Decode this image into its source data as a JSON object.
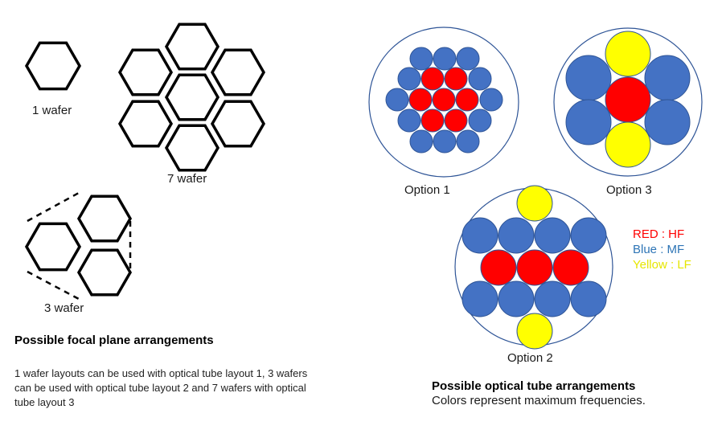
{
  "focal_plane": {
    "label_1": "1 wafer",
    "label_7": "7 wafer",
    "label_3": "3 wafer",
    "heading": "Possible focal plane arrangements",
    "description": "1 wafer layouts can be used with optical tube layout 1, 3 wafers can be used with optical tube layout 2 and 7 wafers with optical tube layout 3"
  },
  "optical_tubes": {
    "option_1": "Option 1",
    "option_2": "Option 2",
    "option_3": "Option 3",
    "heading": "Possible optical tube arrangements",
    "caption": "Colors represent maximum frequencies."
  },
  "legend": {
    "hf": "RED : HF",
    "mf": "Blue : MF",
    "lf": "Yellow : LF"
  },
  "colors": {
    "hf": "#ff0000",
    "mf": "#4472c4",
    "lf": "#ffff00",
    "tube_outline": "#2f5597",
    "hexagon": "#000000"
  }
}
